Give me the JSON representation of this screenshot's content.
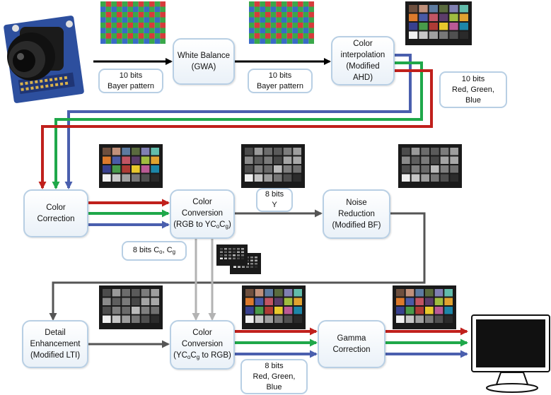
{
  "colors": {
    "red": "#c0201c",
    "green": "#1fa84a",
    "blue": "#4a5fae",
    "black": "#000000",
    "gray": "#555555",
    "lightgray": "#b3b3b3",
    "box_border": "#b8cfe4"
  },
  "blocks": {
    "white_balance": {
      "line1": "White Balance",
      "line2": "(GWA)"
    },
    "color_interp": {
      "line1": "Color",
      "line2": "interpolation",
      "line3": "(Modified",
      "line4": "AHD)"
    },
    "color_correction": {
      "line1": "Color",
      "line2": "Correction"
    },
    "conv_forward": {
      "line1": "Color",
      "line2": "Conversion",
      "line3_pre": "(RGB to YC",
      "sub_o": "o",
      "mid": "C",
      "sub_g": "g",
      "post": ")"
    },
    "noise_reduction": {
      "line1": "Noise",
      "line2": "Reduction",
      "line3": "(Modified BF)"
    },
    "detail_enhancement": {
      "line1": "Detail",
      "line2": "Enhancement",
      "line3": "(Modified LTI)"
    },
    "conv_inverse": {
      "line1": "Color",
      "line2": "Conversion",
      "line3_pre": "(YC",
      "sub_o": "o",
      "mid": "C",
      "sub_g": "g",
      "post": " to RGB)"
    },
    "gamma": {
      "line1": "Gamma",
      "line2": "Correction"
    }
  },
  "labels": {
    "bayer1": {
      "line1": "10 bits",
      "line2": "Bayer pattern"
    },
    "bayer2": {
      "line1": "10 bits",
      "line2": "Bayer pattern"
    },
    "rgb10": {
      "line1": "10 bits",
      "line2": "Red, Green,",
      "line3": "Blue"
    },
    "y8": {
      "line1": "8 bits",
      "line2": "Y"
    },
    "cocg": {
      "pre": "8 bits C",
      "sub_o": "o",
      "mid": ", C",
      "sub_g": "g"
    },
    "rgb8": {
      "line1": "8 bits",
      "line2": "Red, Green,",
      "line3": "Blue"
    }
  },
  "swatch_colors": [
    "#6e4f3e",
    "#c0907a",
    "#5d7ba0",
    "#5a6b3e",
    "#8080b2",
    "#62bcab",
    "#dc7a2c",
    "#4a5aa6",
    "#c15563",
    "#5c3d6a",
    "#9fbc40",
    "#e0a230",
    "#38408f",
    "#489a4a",
    "#ae3b35",
    "#e8c82c",
    "#ba5a95",
    "#1d86a8",
    "#f2f2f2",
    "#c8c8c8",
    "#a0a0a0",
    "#787878",
    "#505050",
    "#2a2a2a"
  ],
  "gray_swatch_colors": [
    "#4c4c4c",
    "#9a9a9a",
    "#6c6c6c",
    "#5a5a5a",
    "#7c7c7c",
    "#9e9e9e",
    "#8a8a8a",
    "#5e5e5e",
    "#7a7a7a",
    "#474747",
    "#a4a4a4",
    "#a8a8a8",
    "#4e4e4e",
    "#7e7e7e",
    "#6a6a6a",
    "#bababa",
    "#7f7f7f",
    "#707070",
    "#f0f0f0",
    "#c6c6c6",
    "#9d9d9d",
    "#767676",
    "#4f4f4f",
    "#2c2c2c"
  ]
}
